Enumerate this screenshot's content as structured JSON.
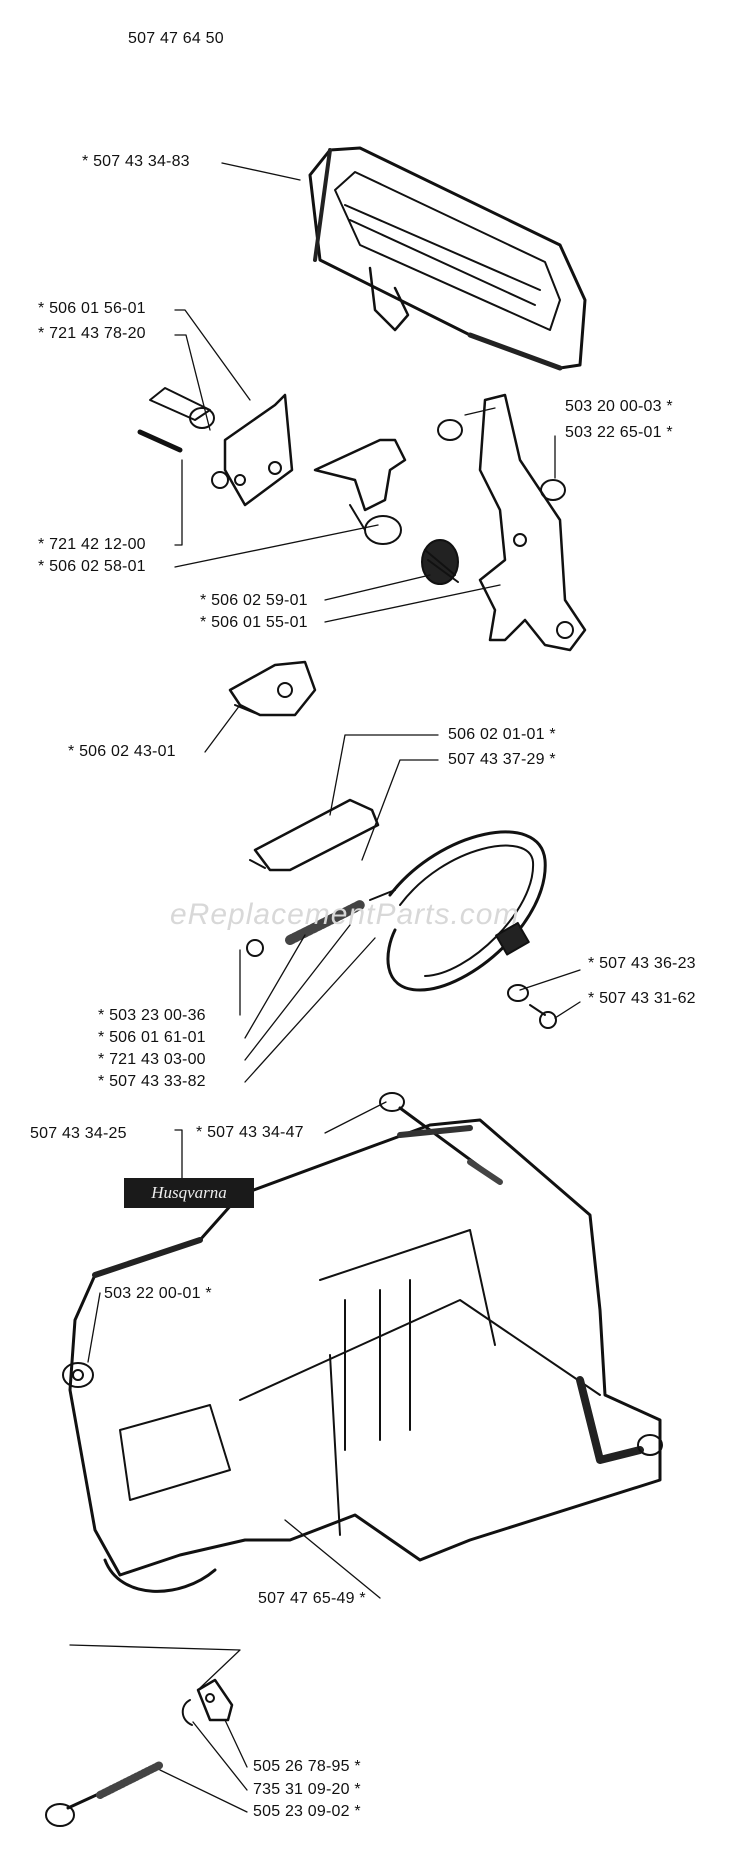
{
  "diagram_id": "507 47 64 50",
  "watermark": "eReplacementParts.com",
  "plate_text": "Husqvarna",
  "parts": [
    {
      "key": "p01",
      "number": "* 507 43 34-83"
    },
    {
      "key": "p02",
      "number": "* 506 01 56-01"
    },
    {
      "key": "p03",
      "number": "* 721 43 78-20"
    },
    {
      "key": "p04",
      "number": "503 20 00-03 *"
    },
    {
      "key": "p05",
      "number": "503 22 65-01 *"
    },
    {
      "key": "p06",
      "number": "* 721 42 12-00"
    },
    {
      "key": "p07",
      "number": "* 506 02 58-01"
    },
    {
      "key": "p08",
      "number": "* 506 02 59-01"
    },
    {
      "key": "p09",
      "number": "* 506 01 55-01"
    },
    {
      "key": "p10",
      "number": "* 506 02 43-01"
    },
    {
      "key": "p11",
      "number": "506 02 01-01 *"
    },
    {
      "key": "p12",
      "number": "507 43 37-29 *"
    },
    {
      "key": "p13",
      "number": "* 507 43 36-23"
    },
    {
      "key": "p14",
      "number": "* 507 43 31-62"
    },
    {
      "key": "p15",
      "number": "* 503 23 00-36"
    },
    {
      "key": "p16",
      "number": "* 506 01 61-01"
    },
    {
      "key": "p17",
      "number": "* 721 43 03-00"
    },
    {
      "key": "p18",
      "number": "* 507 43 33-82"
    },
    {
      "key": "p19",
      "number": "507 43 34-25"
    },
    {
      "key": "p20",
      "number": "* 507 43 34-47"
    },
    {
      "key": "p21",
      "number": "503 22 00-01 *"
    },
    {
      "key": "p22",
      "number": "507 47 65-49 *"
    },
    {
      "key": "p23",
      "number": "505 26 78-95 *"
    },
    {
      "key": "p24",
      "number": "735 31 09-20 *"
    },
    {
      "key": "p25",
      "number": "505 23 09-02 *"
    }
  ]
}
